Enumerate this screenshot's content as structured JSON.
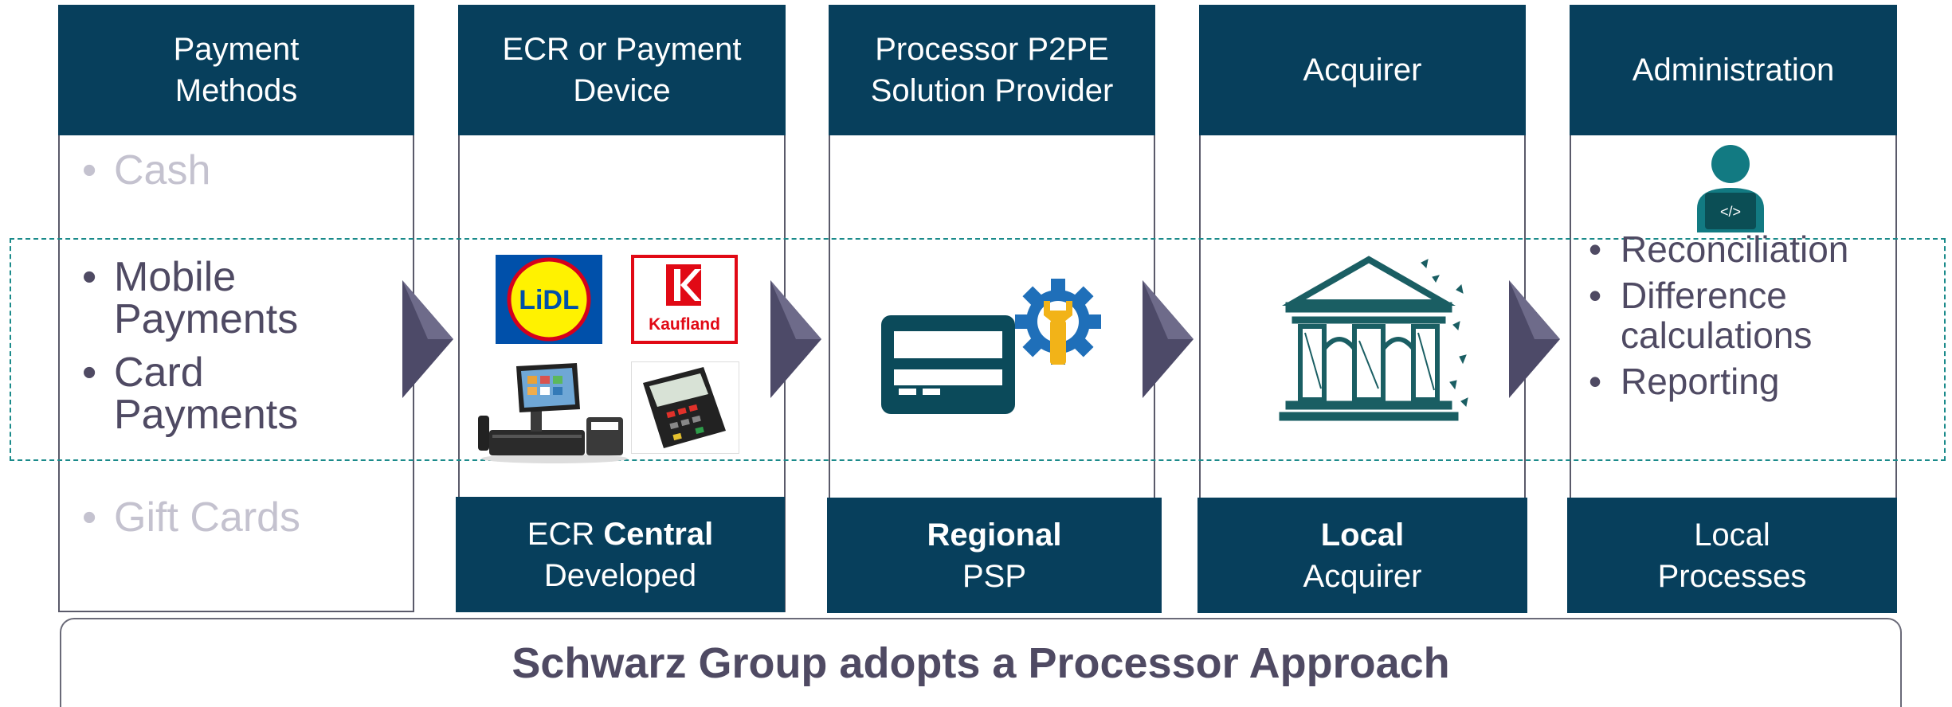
{
  "columns": [
    {
      "header": "Payment\nMethods"
    },
    {
      "header": "ECR or Payment\nDevice"
    },
    {
      "header": "Processor P2PE\nSolution Provider"
    },
    {
      "header": "Acquirer"
    },
    {
      "header": "Administration"
    }
  ],
  "payment_methods": {
    "faded_top": "Cash",
    "main": [
      "Mobile Payments",
      "Card Payments"
    ],
    "faded_bottom": "Gift Cards"
  },
  "administration": {
    "items": [
      "Reconciliation",
      "Difference calculations",
      "Reporting"
    ]
  },
  "footers": {
    "ecr": {
      "plain": "ECR",
      "bold": "Central",
      "line2": "Developed"
    },
    "processor": {
      "line1": "Regional",
      "line2": "PSP"
    },
    "acquirer": {
      "line1": "Local",
      "line2": "Acquirer"
    },
    "admin": {
      "line1": "Local",
      "line2": "Processes"
    }
  },
  "logos": {
    "lidl": "LiDL",
    "kaufland": "Kaufland"
  },
  "banner": "Schwarz Group adopts a Processor Approach",
  "colors": {
    "header_bg": "#073f5c",
    "teal": "#1a5e63",
    "dashed": "#1a8a8a",
    "text": "#4f4a63",
    "faded": "#c4c2cf",
    "chevron": "#4d4a68"
  }
}
